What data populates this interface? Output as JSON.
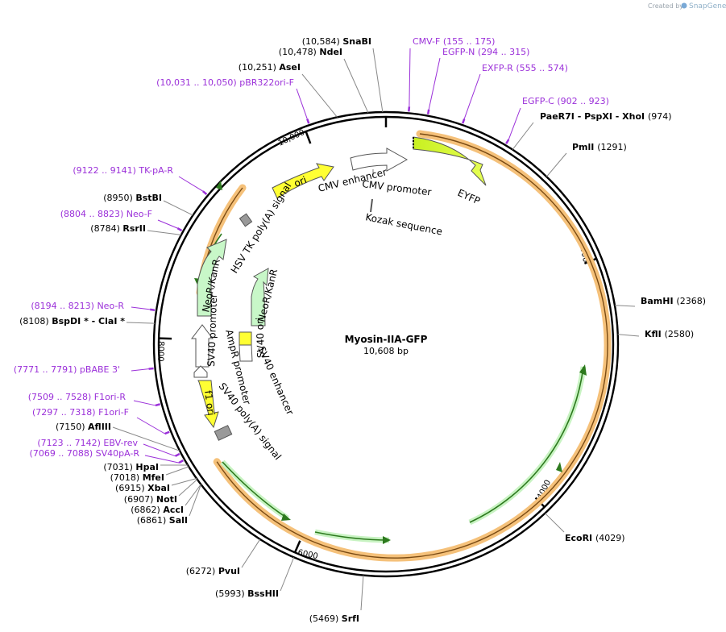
{
  "credit": {
    "prefix": "Created by",
    "brand": "SnapGene"
  },
  "plasmid": {
    "name": "Myosin-IIA-GFP",
    "size": "10,608 bp",
    "length": 10608
  },
  "colors": {
    "primer": "#9b30d9",
    "orange_band": "#f5c17a",
    "green_arrow": "#c8f3c2",
    "yellow_feature": "#ffff33",
    "eyfp": "#ddfc33",
    "grey_box": "#999999"
  },
  "ticks": [
    {
      "pos": 2000,
      "label": "2000"
    },
    {
      "pos": 4000,
      "label": "4000"
    },
    {
      "pos": 6000,
      "label": "6000"
    },
    {
      "pos": 8000,
      "label": "8000"
    },
    {
      "pos": 10000,
      "label": "10,000"
    }
  ],
  "sites": [
    {
      "pos": 10584,
      "coord": "(10,584)",
      "name": "SnaBI"
    },
    {
      "pos": 10478,
      "coord": "(10,478)",
      "name": "NdeI"
    },
    {
      "pos": 10251,
      "coord": "(10,251)",
      "name": "AseI"
    },
    {
      "pos": 974,
      "coord": "(974)",
      "name": "PaeR7I  - PspXI  - XhoI"
    },
    {
      "pos": 1291,
      "coord": "(1291)",
      "name": "PmlI"
    },
    {
      "pos": 2368,
      "coord": "(2368)",
      "name": "BamHI"
    },
    {
      "pos": 2580,
      "coord": "(2580)",
      "name": "KflI"
    },
    {
      "pos": 4029,
      "coord": "(4029)",
      "name": "EcoRI"
    },
    {
      "pos": 5469,
      "coord": "(5469)",
      "name": "SrfI"
    },
    {
      "pos": 5993,
      "coord": "(5993)",
      "name": "BssHII"
    },
    {
      "pos": 6272,
      "coord": "(6272)",
      "name": "PvuI"
    },
    {
      "pos": 6861,
      "coord": "(6861)",
      "name": "SalI"
    },
    {
      "pos": 6862,
      "coord": "(6862)",
      "name": "AccI"
    },
    {
      "pos": 6907,
      "coord": "(6907)",
      "name": "NotI"
    },
    {
      "pos": 6915,
      "coord": "(6915)",
      "name": "XbaI"
    },
    {
      "pos": 7018,
      "coord": "(7018)",
      "name": "MfeI"
    },
    {
      "pos": 7031,
      "coord": "(7031)",
      "name": "HpaI"
    },
    {
      "pos": 7150,
      "coord": "(7150)",
      "name": "AflIII"
    },
    {
      "pos": 8108,
      "coord": "(8108)",
      "name": "BspDI *  - ClaI *"
    },
    {
      "pos": 8784,
      "coord": "(8784)",
      "name": "RsrII"
    },
    {
      "pos": 8950,
      "coord": "(8950)",
      "name": "BstBI"
    }
  ],
  "primers": [
    {
      "pos": 165,
      "range": "(155 .. 175)",
      "name": "CMV-F"
    },
    {
      "pos": 305,
      "range": "(294 .. 315)",
      "name": "EGFP-N"
    },
    {
      "pos": 565,
      "range": "(555 .. 574)",
      "name": "EXFP-R"
    },
    {
      "pos": 912,
      "range": "(902 .. 923)",
      "name": "EGFP-C"
    },
    {
      "pos": 10040,
      "range": "(10,031 .. 10,050)",
      "name": "pBR322ori-F"
    },
    {
      "pos": 9131,
      "range": "(9122 .. 9141)",
      "name": "TK-pA-R"
    },
    {
      "pos": 8813,
      "range": "(8804 .. 8823)",
      "name": "Neo-F"
    },
    {
      "pos": 8203,
      "range": "(8194 .. 8213)",
      "name": "Neo-R"
    },
    {
      "pos": 7781,
      "range": "(7771 .. 7791)",
      "name": "pBABE 3'"
    },
    {
      "pos": 7518,
      "range": "(7509 .. 7528)",
      "name": "F1ori-R"
    },
    {
      "pos": 7307,
      "range": "(7297 .. 7318)",
      "name": "F1ori-F"
    },
    {
      "pos": 7132,
      "range": "(7123 .. 7142)",
      "name": "EBV-rev"
    },
    {
      "pos": 7078,
      "range": "(7069 .. 7088)",
      "name": "SV40pA-R"
    }
  ],
  "features": [
    {
      "name": "CMV enhancer"
    },
    {
      "name": "CMV promoter"
    },
    {
      "name": "Kozak sequence"
    },
    {
      "name": "EYFP"
    },
    {
      "name": "ori"
    },
    {
      "name": "HSV TK poly(A) signal"
    },
    {
      "name": "NeoR/KanR"
    },
    {
      "name": "SV40 promoter"
    },
    {
      "name": "NeoR/KanR"
    },
    {
      "name": "SV40 ori"
    },
    {
      "name": "AmpR promoter"
    },
    {
      "name": "SV40 enhancer"
    },
    {
      "name": "f1 ori"
    },
    {
      "name": "SV40 poly(A) signal"
    }
  ]
}
